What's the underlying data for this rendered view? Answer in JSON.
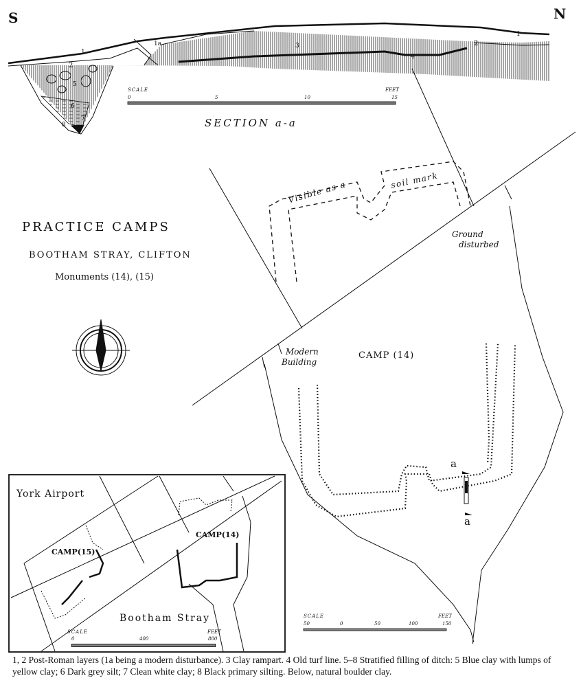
{
  "section": {
    "south_label": "S",
    "north_label": "N",
    "layer_labels": [
      "1",
      "1a",
      "3",
      "1",
      "2",
      "2",
      "4",
      "5",
      "6",
      "7",
      "8"
    ],
    "scale": {
      "label": "SCALE",
      "unit": "FEET",
      "ticks": [
        "0",
        "5",
        "10",
        "15"
      ]
    },
    "title": "SECTION a-a"
  },
  "title_block": {
    "title": "PRACTICE CAMPS",
    "subtitle": "BOOTHAM STRAY, CLIFTON",
    "monuments": "Monuments (14), (15)"
  },
  "plan": {
    "soil_mark_1": "Visible as a",
    "soil_mark_2": "soil mark",
    "ground_disturbed_1": "Ground",
    "ground_disturbed_2": "disturbed",
    "modern_building_1": "Modern",
    "modern_building_2": "Building",
    "camp_label": "CAMP (14)",
    "section_marker_top": "a",
    "section_marker_bottom": "a",
    "scale": {
      "label": "SCALE",
      "unit": "FEET",
      "ticks": [
        "50",
        "0",
        "50",
        "100",
        "150"
      ]
    }
  },
  "inset": {
    "york_airport": "York Airport",
    "camp15": "CAMP(15)",
    "camp14": "CAMP(14)",
    "bootham_stray": "Bootham Stray",
    "scale": {
      "label": "SCALE",
      "unit": "FEET",
      "ticks": [
        "0",
        "400",
        "800"
      ]
    }
  },
  "caption": "1, 2 Post-Roman layers (1a being a modern disturbance). 3 Clay rampart. 4 Old turf line. 5–8 Stratified filling of ditch: 5 Blue clay with lumps of yellow clay; 6 Dark grey silt; 7 Clean white clay; 8 Black primary silting. Below, natural boulder clay."
}
